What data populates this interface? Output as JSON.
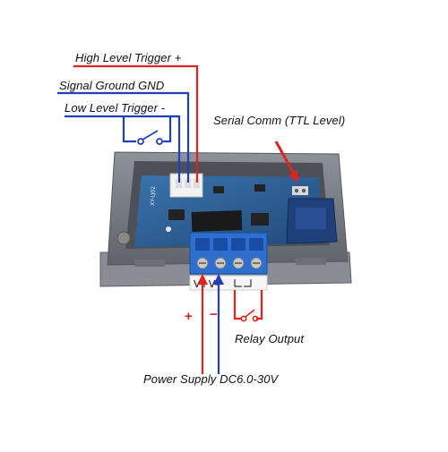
{
  "labels": {
    "high_trigger": "High Level Trigger +",
    "signal_ground": "Signal Ground GND",
    "low_trigger": "Low Level Trigger -",
    "serial_comm": "Serial Comm (TTL Level)",
    "relay_output": "Relay Output",
    "power_supply": "Power Supply DC6.0-30V"
  },
  "polarity": {
    "plus": "+",
    "minus": "−"
  },
  "pcb_text": {
    "terminal_marks": "V+ V- ",
    "terminal_under": "V+V-",
    "model": "XY-LJ02"
  },
  "colors": {
    "red_wire": "#e0231f",
    "blue_wire": "#1f3fbf",
    "case": "#7c8087",
    "case_dark": "#5a5e64",
    "pcb": "#2b5d8f",
    "terminal": "#2c6fd0",
    "relay": "#1f3f7a"
  },
  "icons": [
    "switch-icon",
    "relay-switch-icon",
    "arrow-icon"
  ]
}
